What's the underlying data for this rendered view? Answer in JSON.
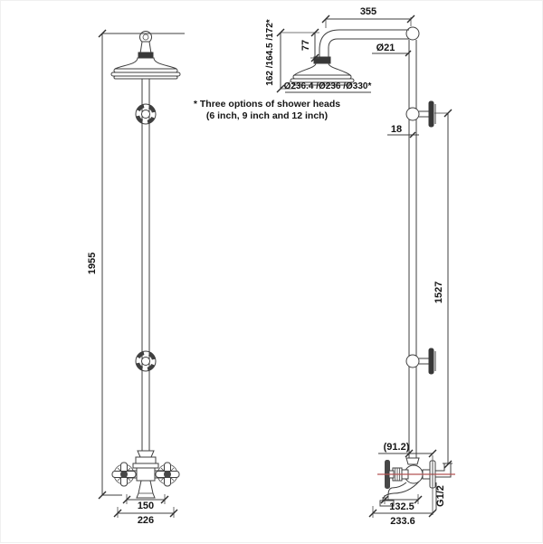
{
  "note": {
    "line1": "* Three options of shower heads",
    "line2": "(6 inch, 9 inch and 12 inch)"
  },
  "dimensions": {
    "overall_height": "1955",
    "handle_centers": "150",
    "valve_width": "226",
    "arm_reach": "355",
    "arm_drop": "77",
    "head_height_options": "162 /164.5 /172*",
    "riser_diameter": "Ø21",
    "head_diameter_options": "Ø236.4 /Ø236 /Ø330*",
    "bracket_offset": "18",
    "riser_length": "1527",
    "valve_depth": "(91.2)",
    "spout_reach": "132.5",
    "overall_depth": "233.6",
    "thread": "G1/2"
  },
  "colors": {
    "line": "#3f3f3f",
    "text": "#151515",
    "centerline": "#b45454",
    "background": "#ffffff"
  }
}
